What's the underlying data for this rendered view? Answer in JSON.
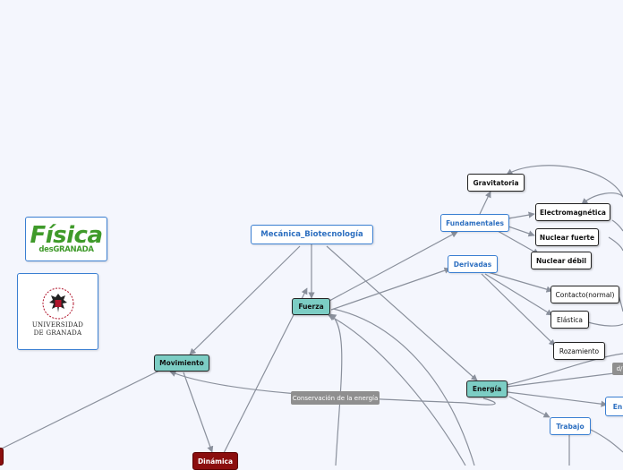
{
  "map": {
    "root": "Mecánica_Biotecnología",
    "nodes": {
      "fuerza": "Fuerza",
      "movimiento": "Movimiento",
      "energia": "Energía",
      "fundamentales": "Fundamentales",
      "derivadas": "Derivadas",
      "gravitatoria": "Gravitatoria",
      "electromagnetica": "Electromagnética",
      "nuclear_fuerte": "Nuclear fuerte",
      "nuclear_debil": "Nuclear débil",
      "contacto": "Contacto(normal)",
      "elastica": "Elástica",
      "rozamiento": "Rozamiento",
      "dinamica": "Dinámica",
      "trabajo": "Trabajo",
      "en_partial": "En",
      "d_partial": "d/"
    },
    "connection_label": "Conservación de la energía"
  },
  "logos": {
    "fisica_title": "Física",
    "fisica_sub": "desGRANADA",
    "university_line1": "UNIVERSIDAD",
    "university_line2": "DE GRANADA"
  },
  "colors": {
    "background": "#f4f6fd",
    "main_topic": "#7ccdc4",
    "blue_border": "#3a7fd2",
    "dark_red": "#8b0e0e",
    "edge": "#8a909c"
  }
}
